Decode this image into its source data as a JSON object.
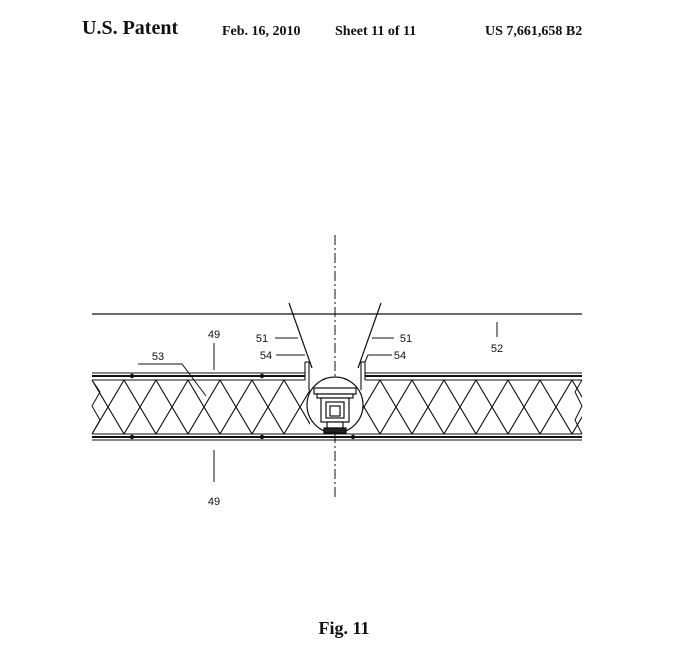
{
  "header": {
    "left": "U.S. Patent",
    "date": "Feb. 16, 2010",
    "sheet": "Sheet 11 of 11",
    "number": "US 7,661,658 B2"
  },
  "figure": {
    "caption": "Fig. 11",
    "labels": {
      "ref_49_top": "49",
      "ref_49_bottom": "49",
      "ref_51_left": "51",
      "ref_51_right": "51",
      "ref_52": "52",
      "ref_53": "53",
      "ref_54_left": "54",
      "ref_54_right": "54"
    }
  }
}
